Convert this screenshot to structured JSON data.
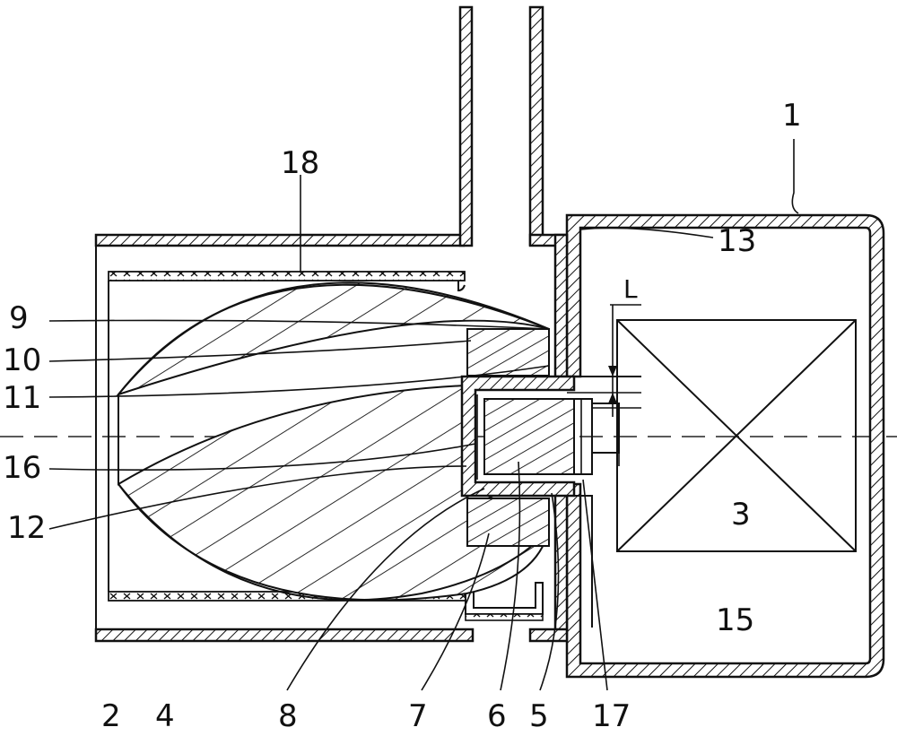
{
  "labels": {
    "l1": "1",
    "l2": "2",
    "l3": "3",
    "l4": "4",
    "l5": "5",
    "l6": "6",
    "l7": "7",
    "l8": "8",
    "l9": "9",
    "l10": "10",
    "l11": "11",
    "l12": "12",
    "l13": "13",
    "l15": "15",
    "l16": "16",
    "l17": "17",
    "l18": "18",
    "dimension": "L"
  }
}
